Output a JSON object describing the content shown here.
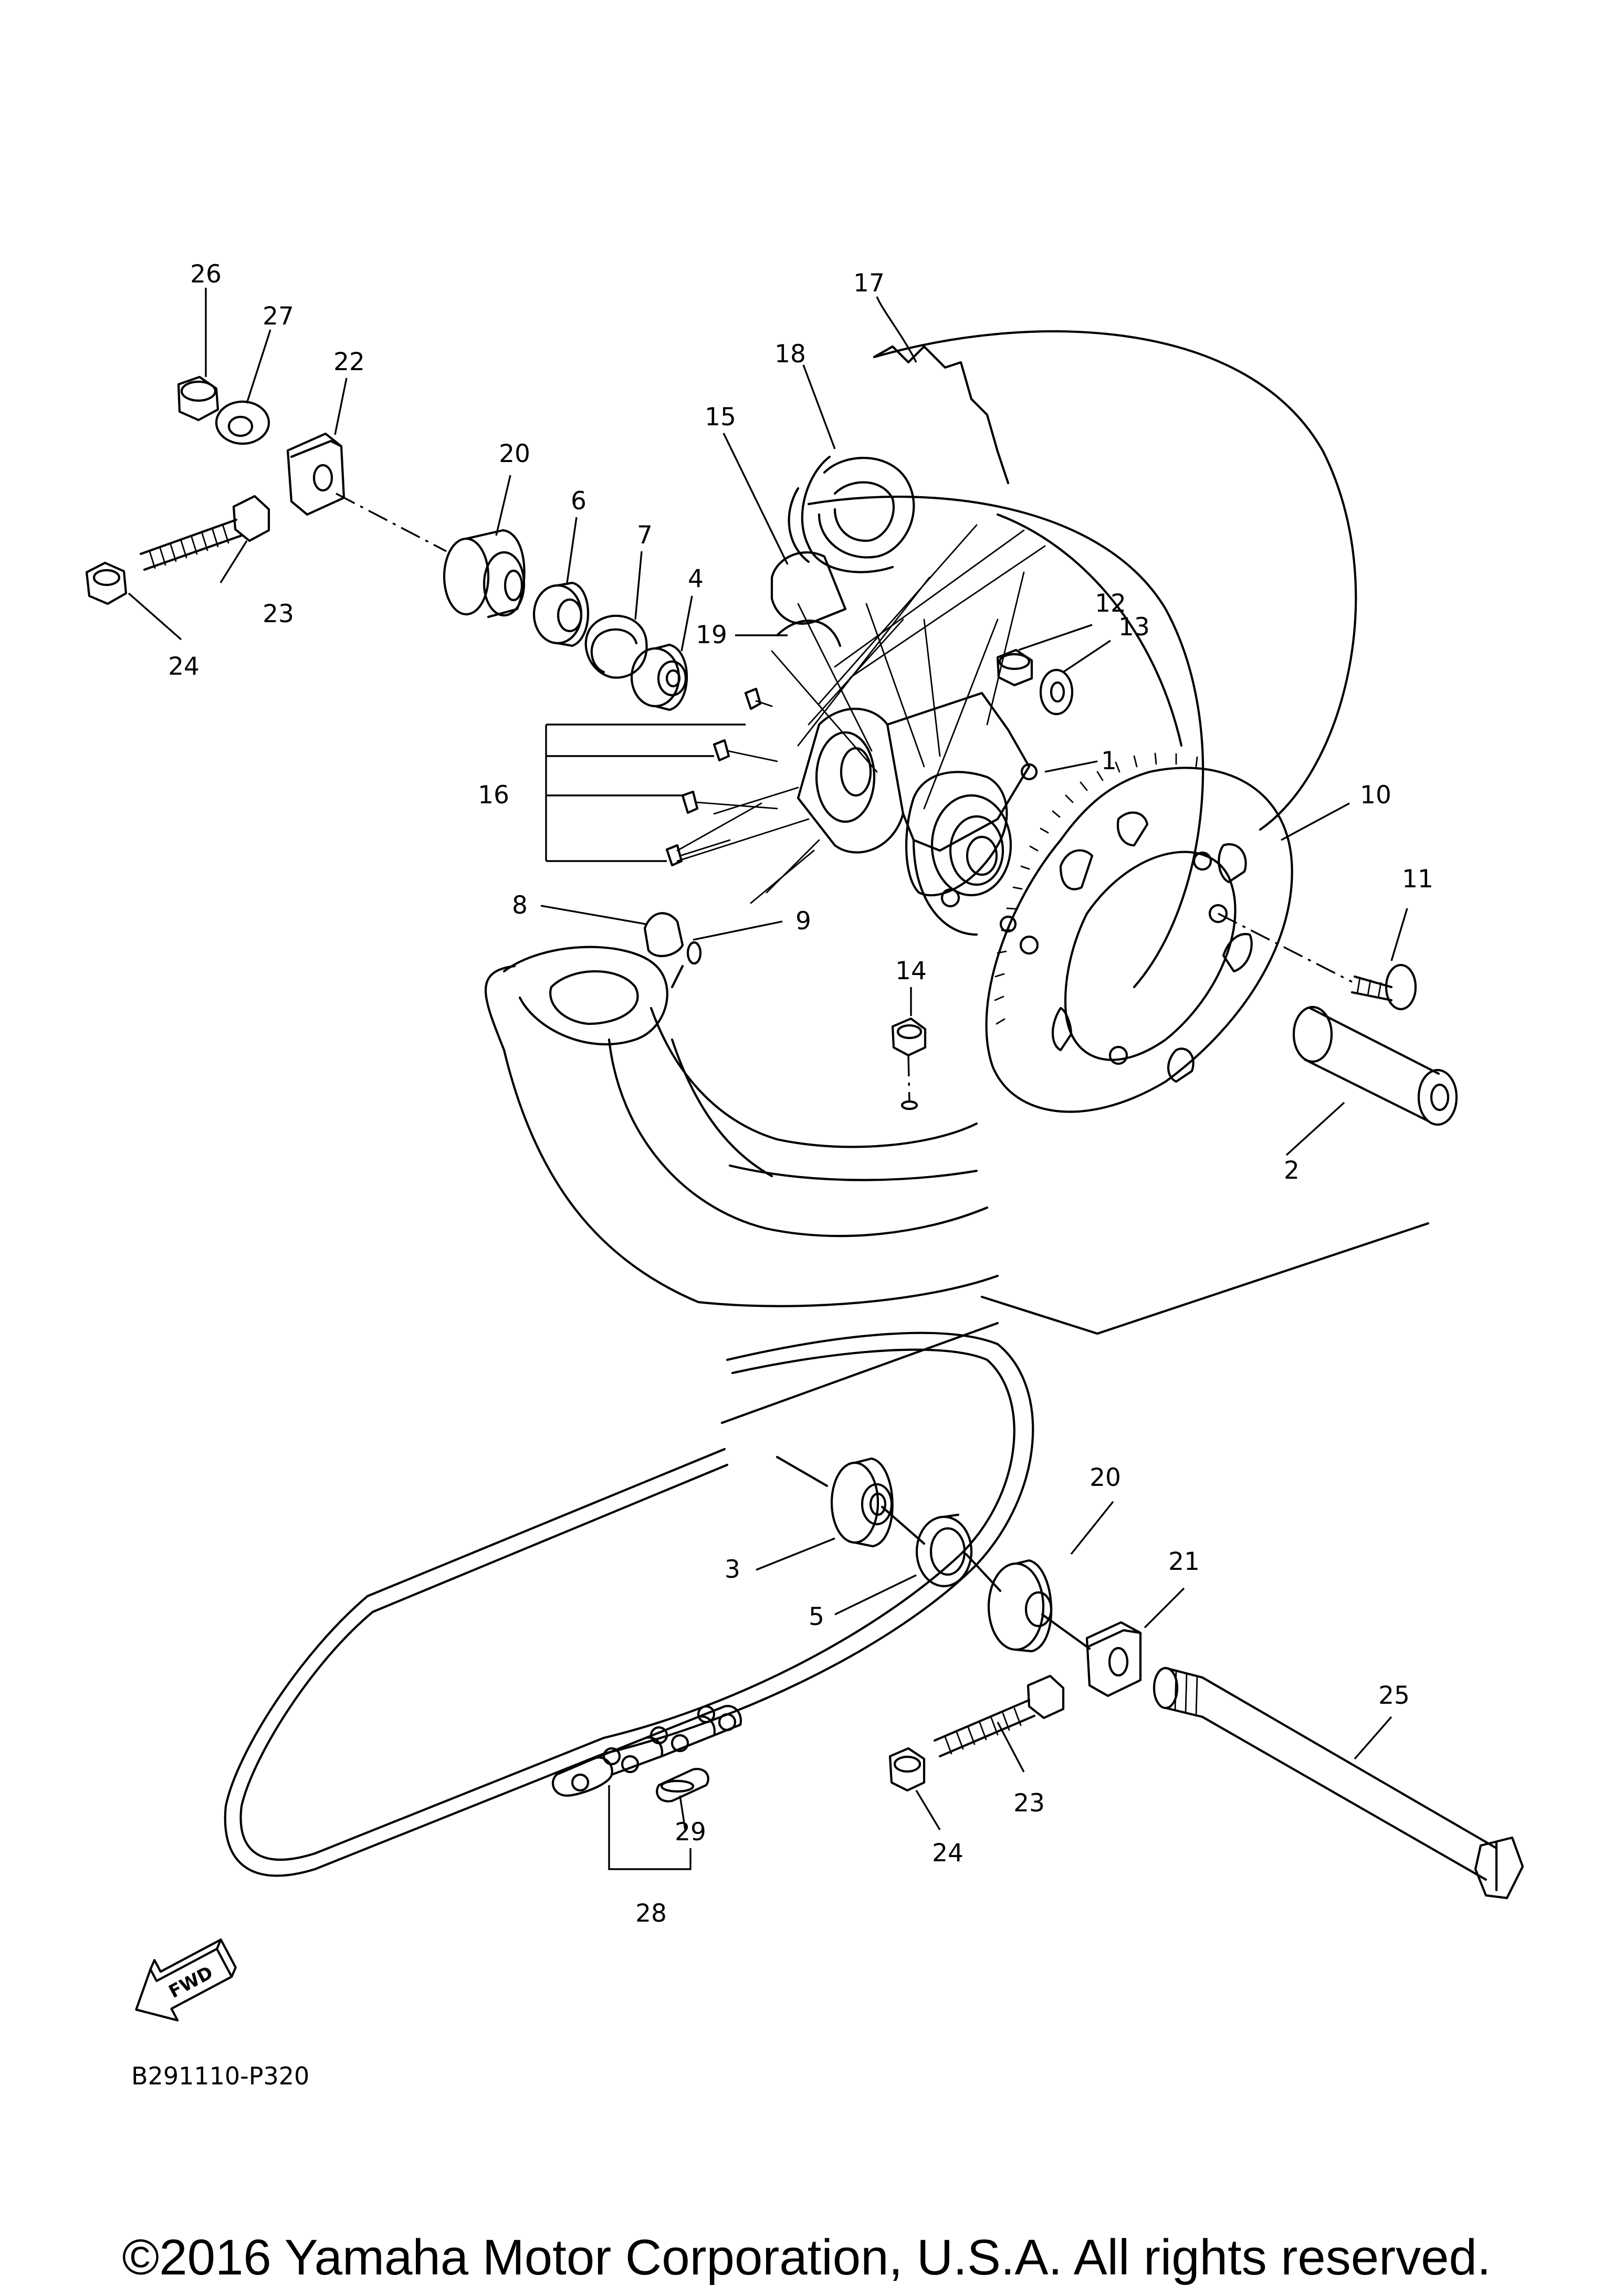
{
  "diagram_code": "B291110-P320",
  "copyright": "©2016 Yamaha Motor Corporation, U.S.A. All rights reserved.",
  "fwd_label": "FWD",
  "callouts": {
    "p1": "1",
    "p2": "2",
    "p3": "3",
    "p4": "4",
    "p5": "5",
    "p6": "6",
    "p7": "7",
    "p8": "8",
    "p9": "9",
    "p10": "10",
    "p11": "11",
    "p12": "12",
    "p13": "13",
    "p14": "14",
    "p15": "15",
    "p16": "16",
    "p17": "17",
    "p18": "18",
    "p19": "19",
    "p20a": "20",
    "p20b": "20",
    "p21": "21",
    "p22": "22",
    "p23a": "23",
    "p23b": "23",
    "p24a": "24",
    "p24b": "24",
    "p25": "25",
    "p26": "26",
    "p27": "27",
    "p28": "28",
    "p29": "29"
  }
}
